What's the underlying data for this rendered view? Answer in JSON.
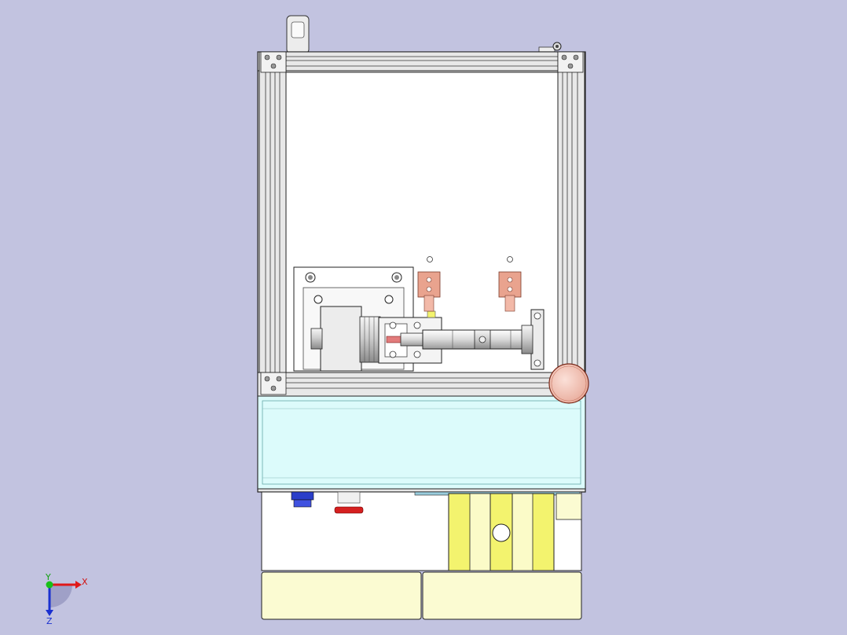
{
  "viewport": {
    "background": "#c2c3e0",
    "description_icon": "cad-3d-model-view"
  },
  "colors": {
    "frame_gray": "#e4e4e4",
    "frame_line": "#2a2a2a",
    "panel_white": "#ffffff",
    "cyan_panel": "#dcfbfb",
    "pale_yellow": "#fbfbd2",
    "yellow": "#f3f36e",
    "copper": "#e9a38e",
    "blue_fitting": "#2a3ec9",
    "red_fitting": "#d52020",
    "axis_x": "#e01818",
    "axis_y": "#18c018",
    "axis_z": "#1a30d0"
  },
  "triad": {
    "x_label": "X",
    "y_label": "Y",
    "z_label": "Z"
  }
}
